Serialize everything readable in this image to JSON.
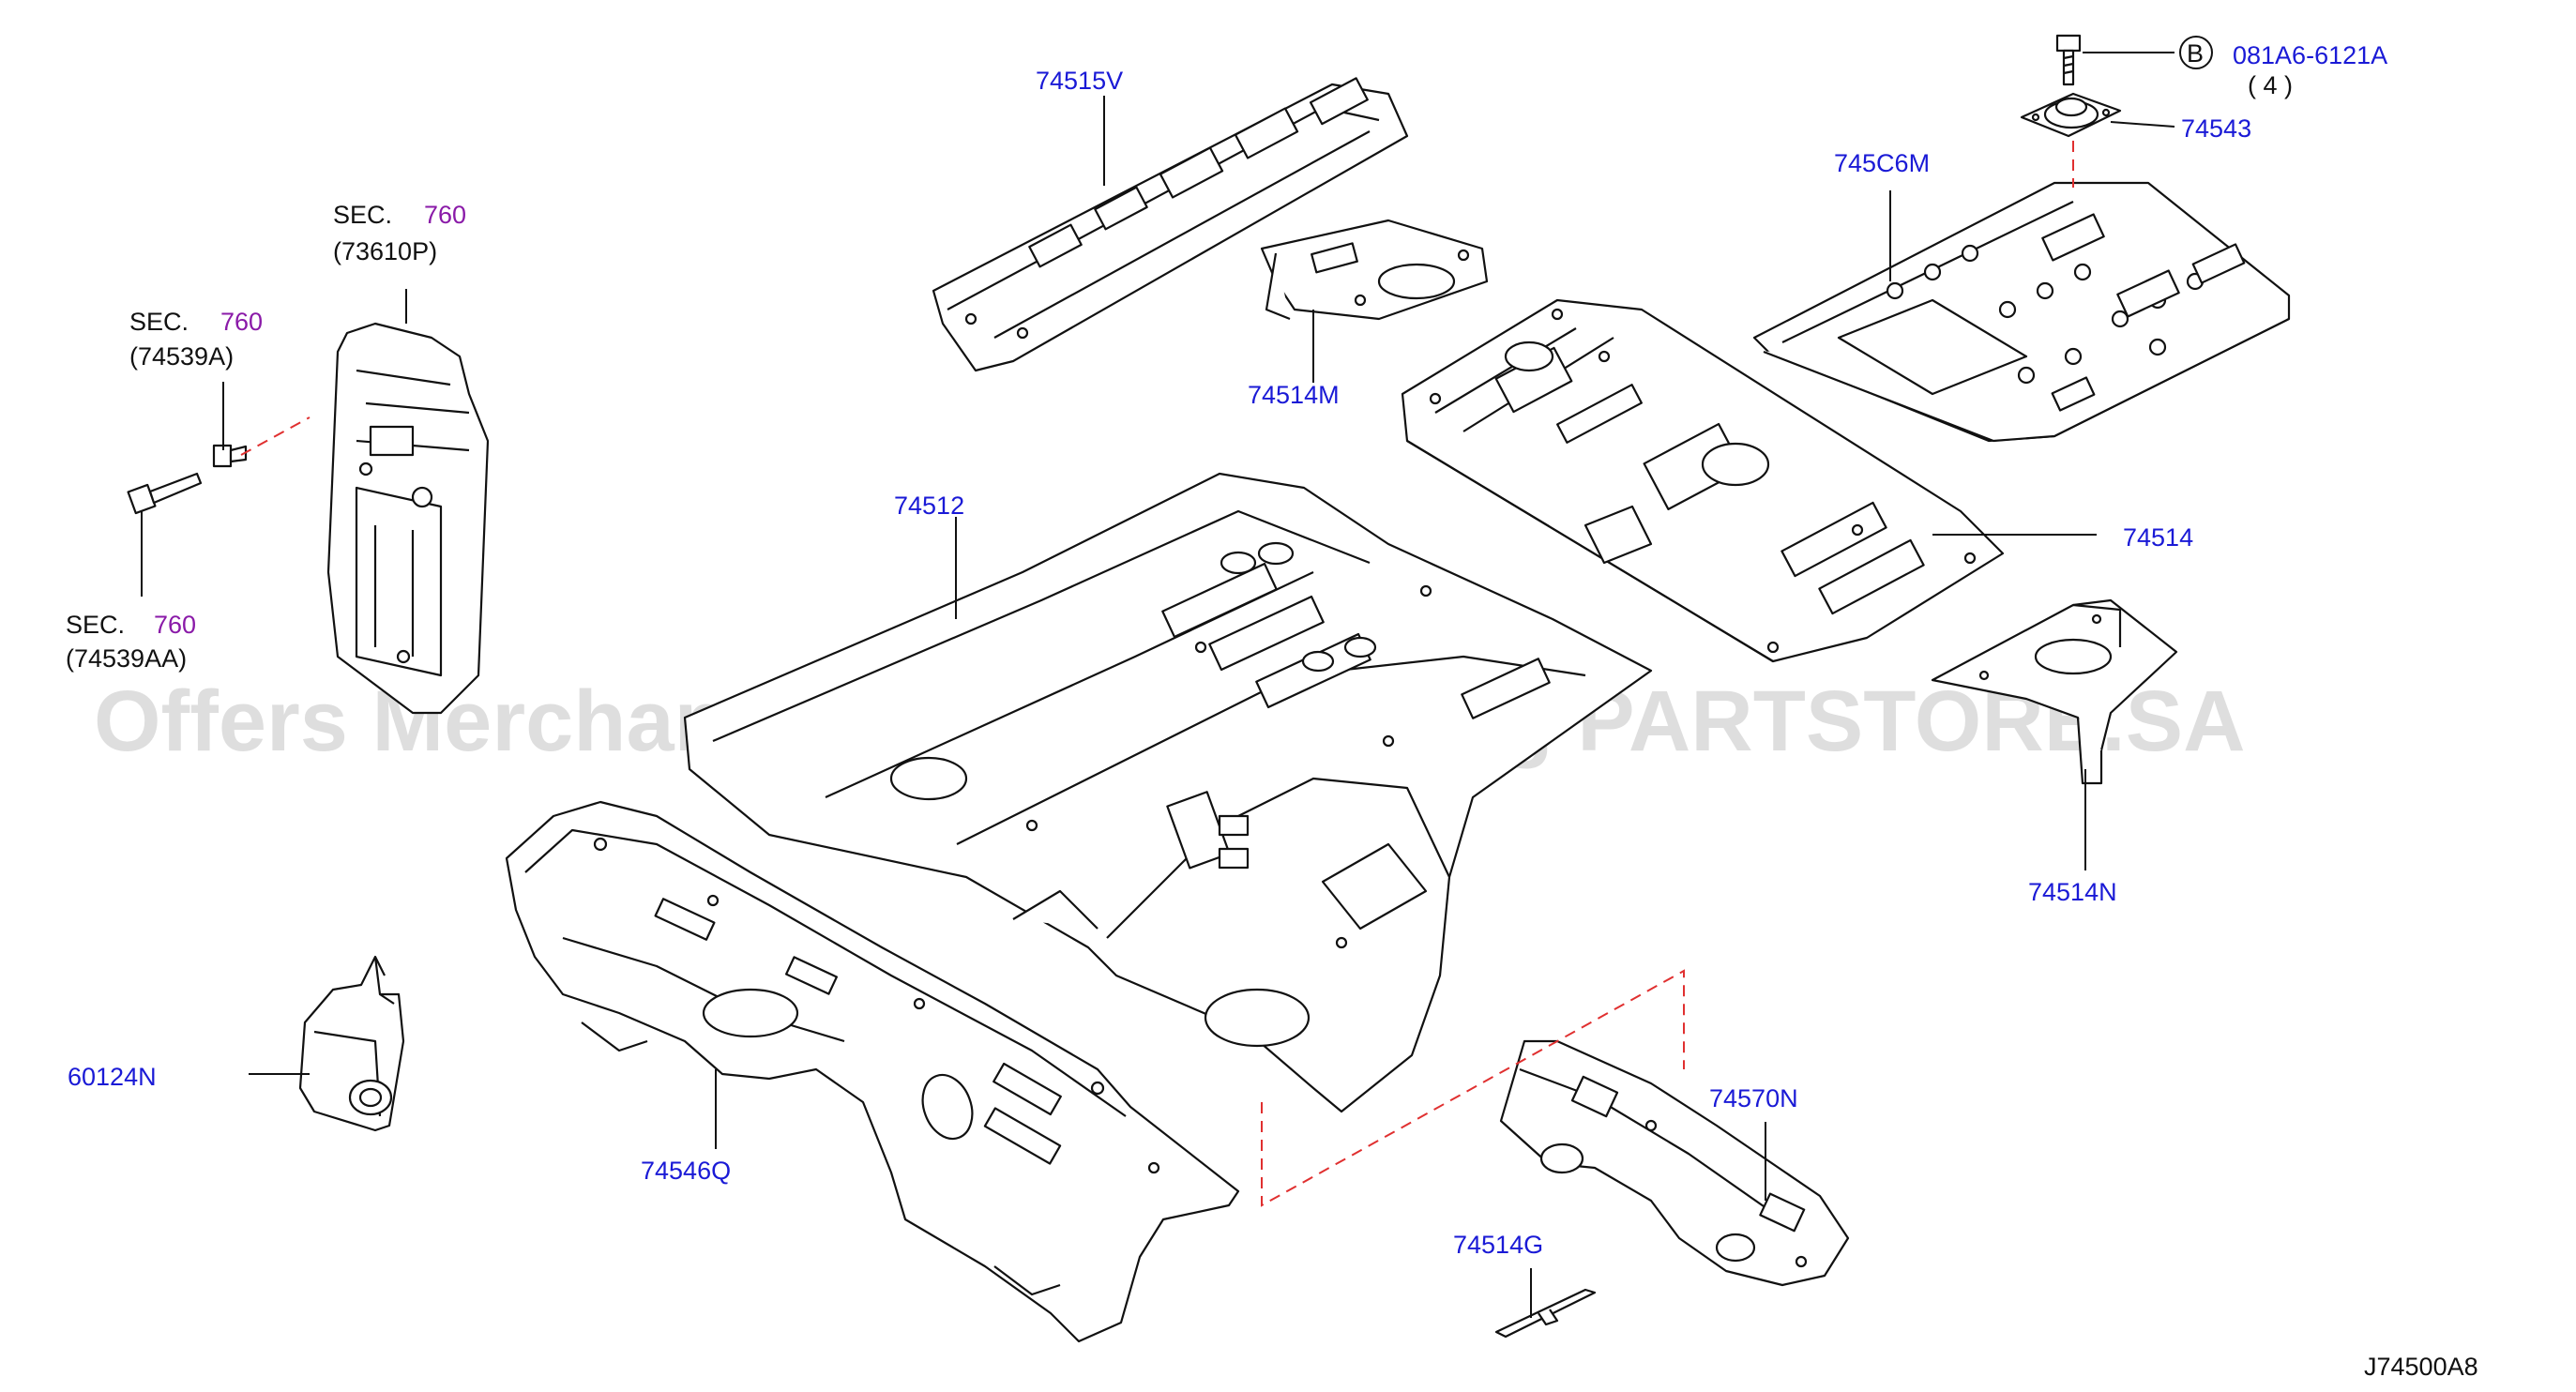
{
  "watermark": "Offers Merchant Auto Parts Catalog PARTSTORE.SA",
  "diagram_code": "J74500A8",
  "callouts": [
    {
      "id": "74515V",
      "text": "74515V"
    },
    {
      "id": "74514M",
      "text": "74514M"
    },
    {
      "id": "081A6-6121A",
      "text": "081A6-6121A",
      "badge": "B",
      "qty": "( 4 )"
    },
    {
      "id": "74543",
      "text": "74543"
    },
    {
      "id": "745C6M",
      "text": "745C6M"
    },
    {
      "id": "74514",
      "text": "74514"
    },
    {
      "id": "74512",
      "text": "74512"
    },
    {
      "id": "74514N",
      "text": "74514N"
    },
    {
      "id": "60124N",
      "text": "60124N"
    },
    {
      "id": "74546Q",
      "text": "74546Q"
    },
    {
      "id": "74570N",
      "text": "74570N"
    },
    {
      "id": "74514G",
      "text": "74514G"
    }
  ],
  "section_refs": [
    {
      "prefix": "SEC.",
      "number": "760",
      "part": "(73610P)"
    },
    {
      "prefix": "SEC.",
      "number": "760",
      "part": "(74539A)"
    },
    {
      "prefix": "SEC.",
      "number": "760",
      "part": "(74539AA)"
    }
  ],
  "colors": {
    "part_number": "#1a1ad6",
    "section_number": "#8a1aa8",
    "line": "#111111",
    "dashed": "#e03030"
  }
}
